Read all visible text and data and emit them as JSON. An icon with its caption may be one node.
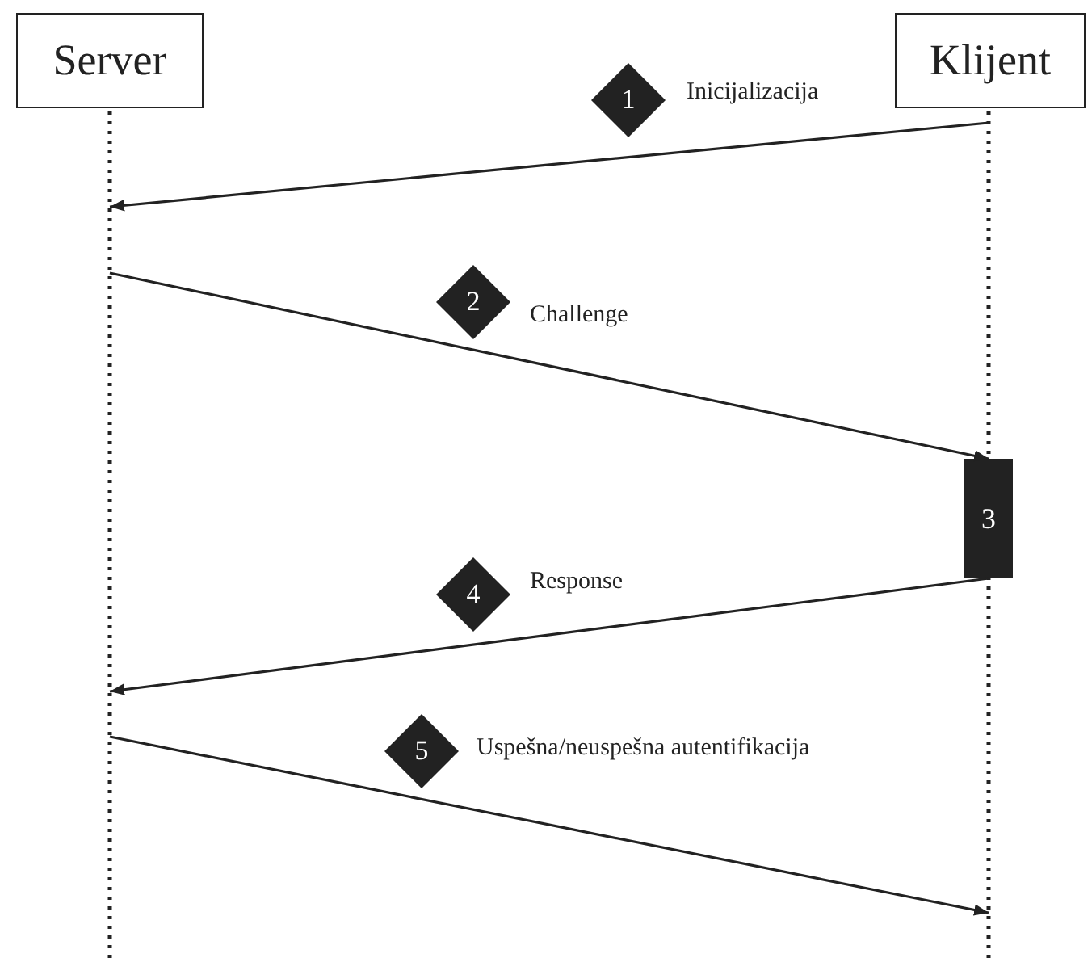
{
  "diagram": {
    "nodes": [
      {
        "text": [
          "Server"
        ]
      },
      {
        "text": [
          "Klijent"
        ]
      },
      {
        "text": [
          "1"
        ]
      },
      {
        "text": [
          "2"
        ]
      },
      {
        "text": [
          "3"
        ],
        "in": 1
      },
      {
        "text": [
          "4"
        ]
      },
      {
        "text": [
          "5"
        ]
      }
    ],
    "edges": [
      {
        "from": 1,
        "to": 0,
        "arrow": "to",
        "label": "Inicijalizacija"
      },
      {
        "from": 0,
        "to": 4,
        "arrow": "to",
        "label": "Challenge"
      },
      {
        "from": 4,
        "to": 0,
        "arrow": "to",
        "label": "Response"
      },
      {
        "from": 0,
        "to": 1,
        "arrow": "to",
        "label": "Uspešna/neuspešna autentifikacija"
      }
    ]
  }
}
